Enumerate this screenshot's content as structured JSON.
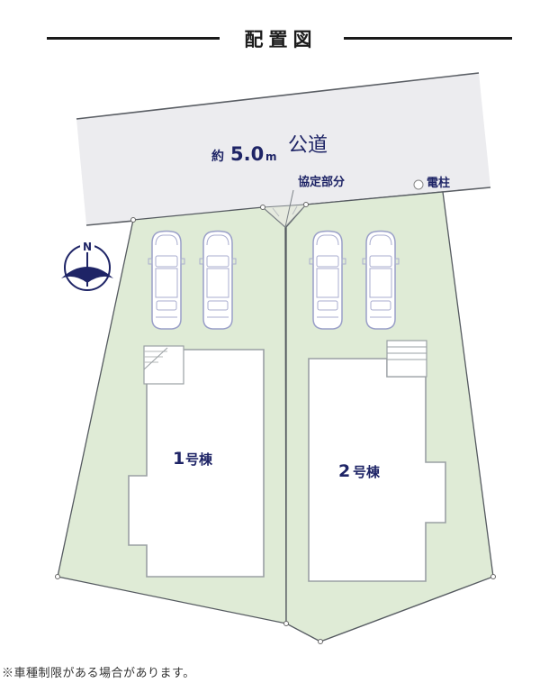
{
  "header": {
    "title": "配置図"
  },
  "road": {
    "label_prefix": "約",
    "width_value": "5.0",
    "width_unit": "m",
    "label_suffix": "公道",
    "fill_color": "#ececef"
  },
  "annotations": {
    "corner_cut": "協定部分",
    "utility_pole": "電柱"
  },
  "compass": {
    "letter": "N",
    "color": "#1e2466"
  },
  "lots": [
    {
      "id": "lot-1",
      "building_number": "1",
      "building_suffix": "号棟",
      "parking_spaces": 2
    },
    {
      "id": "lot-2",
      "building_number": "2",
      "building_suffix": "号棟",
      "parking_spaces": 2
    }
  ],
  "colors": {
    "lot_fill": "#dfebd6",
    "boundary": "#555a60",
    "building_fill": "#ffffff",
    "building_stroke": "#9aa0a4",
    "car_stroke": "#9a9fc8",
    "label": "#1e2466"
  },
  "footnote": "※車種制限がある場合があります。"
}
